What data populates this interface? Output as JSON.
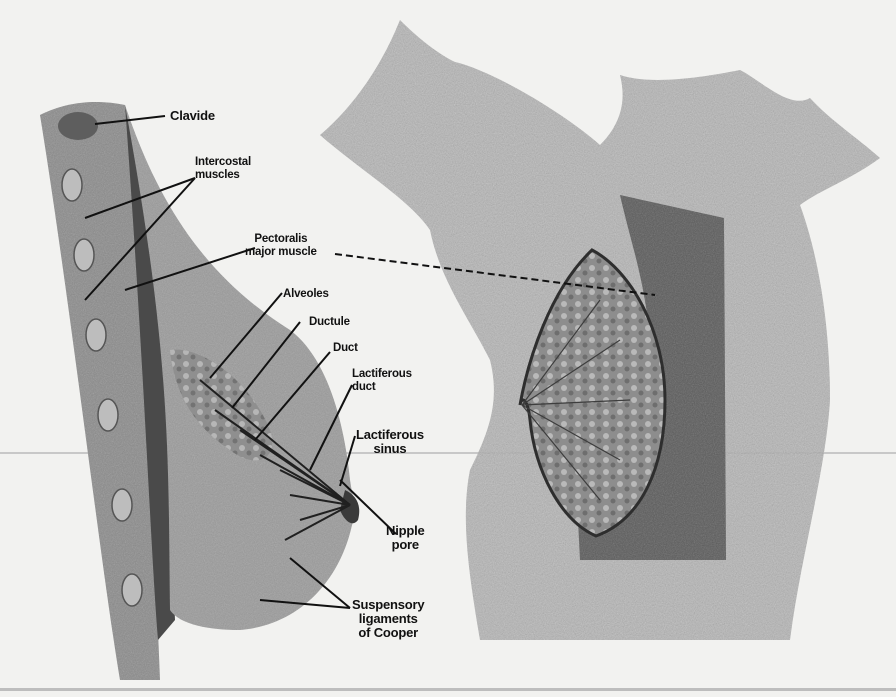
{
  "labels": {
    "clavicle": "Clavide",
    "intercostal_l1": "Intercostal",
    "intercostal_l2": "muscles",
    "pectoralis_l1": "Pectoralis",
    "pectoralis_l2": "major muscle",
    "alveoles": "Alveoles",
    "ductule": "Ductule",
    "duct": "Duct",
    "lactiferous_duct_l1": "Lactiferous",
    "lactiferous_duct_l2": "duct",
    "lactiferous_sinus_l1": "Lactiferous",
    "lactiferous_sinus_l2": "sinus",
    "nipple_l1": "Nipple",
    "nipple_l2": "pore",
    "suspensory_l1": "Suspensory",
    "suspensory_l2": "ligaments",
    "suspensory_l3": "of Cooper"
  }
}
